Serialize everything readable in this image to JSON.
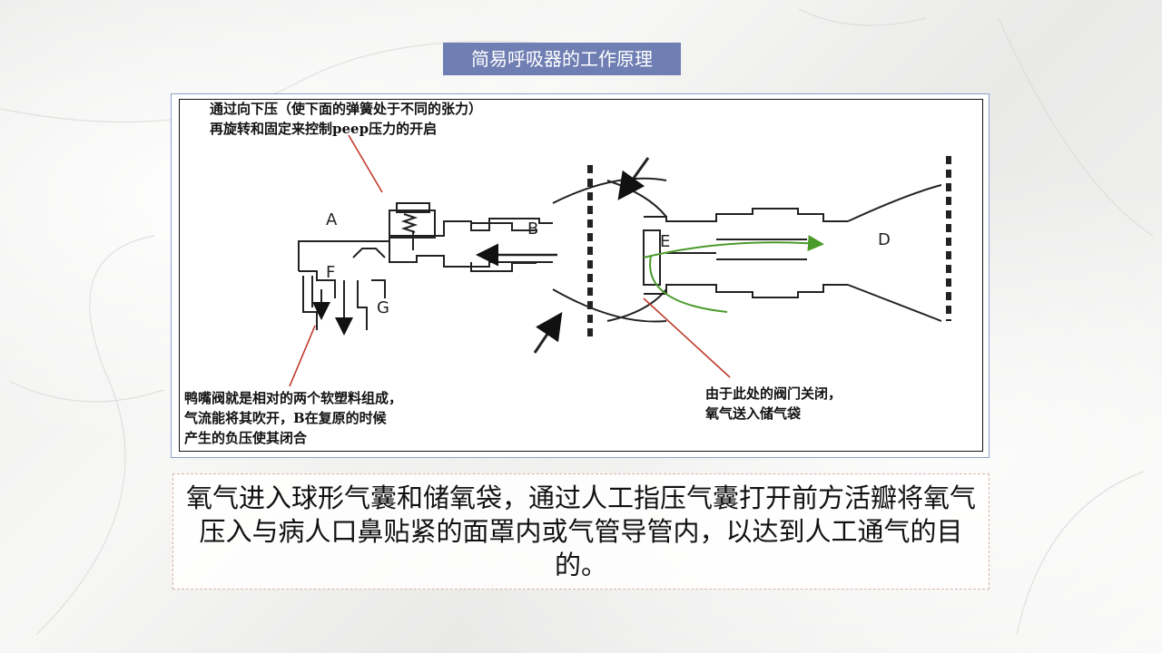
{
  "title": "简易呼吸器的工作原理",
  "diagram": {
    "note_top_line1": "通过向下压（使下面的弹簧处于不同的张力）",
    "note_top_line2": "再旋转和固定来控制peep压力的开启",
    "note_left_line1": "鸭嘴阀就是相对的两个软塑料组成，",
    "note_left_line2": "气流能将其吹开，B在复原的时候",
    "note_left_line3": "产生的负压使其闭合",
    "note_right_line1": "由于此处的阀门关闭，",
    "note_right_line2": "氧气送入储气袋",
    "labels": {
      "A": "A",
      "B": "B",
      "D": "D",
      "E": "E",
      "F": "F",
      "G": "G"
    }
  },
  "caption": "氧气进入球形气囊和储氧袋，通过人工指压气囊打开前方活瓣将氧气压入与病人口鼻贴紧的面罩内或气管导管内，以达到人工通气的目的。",
  "colors": {
    "title_bg": "#6f7fb3",
    "pointer_red": "#c0392b",
    "flow_green": "#4a9a2a"
  }
}
